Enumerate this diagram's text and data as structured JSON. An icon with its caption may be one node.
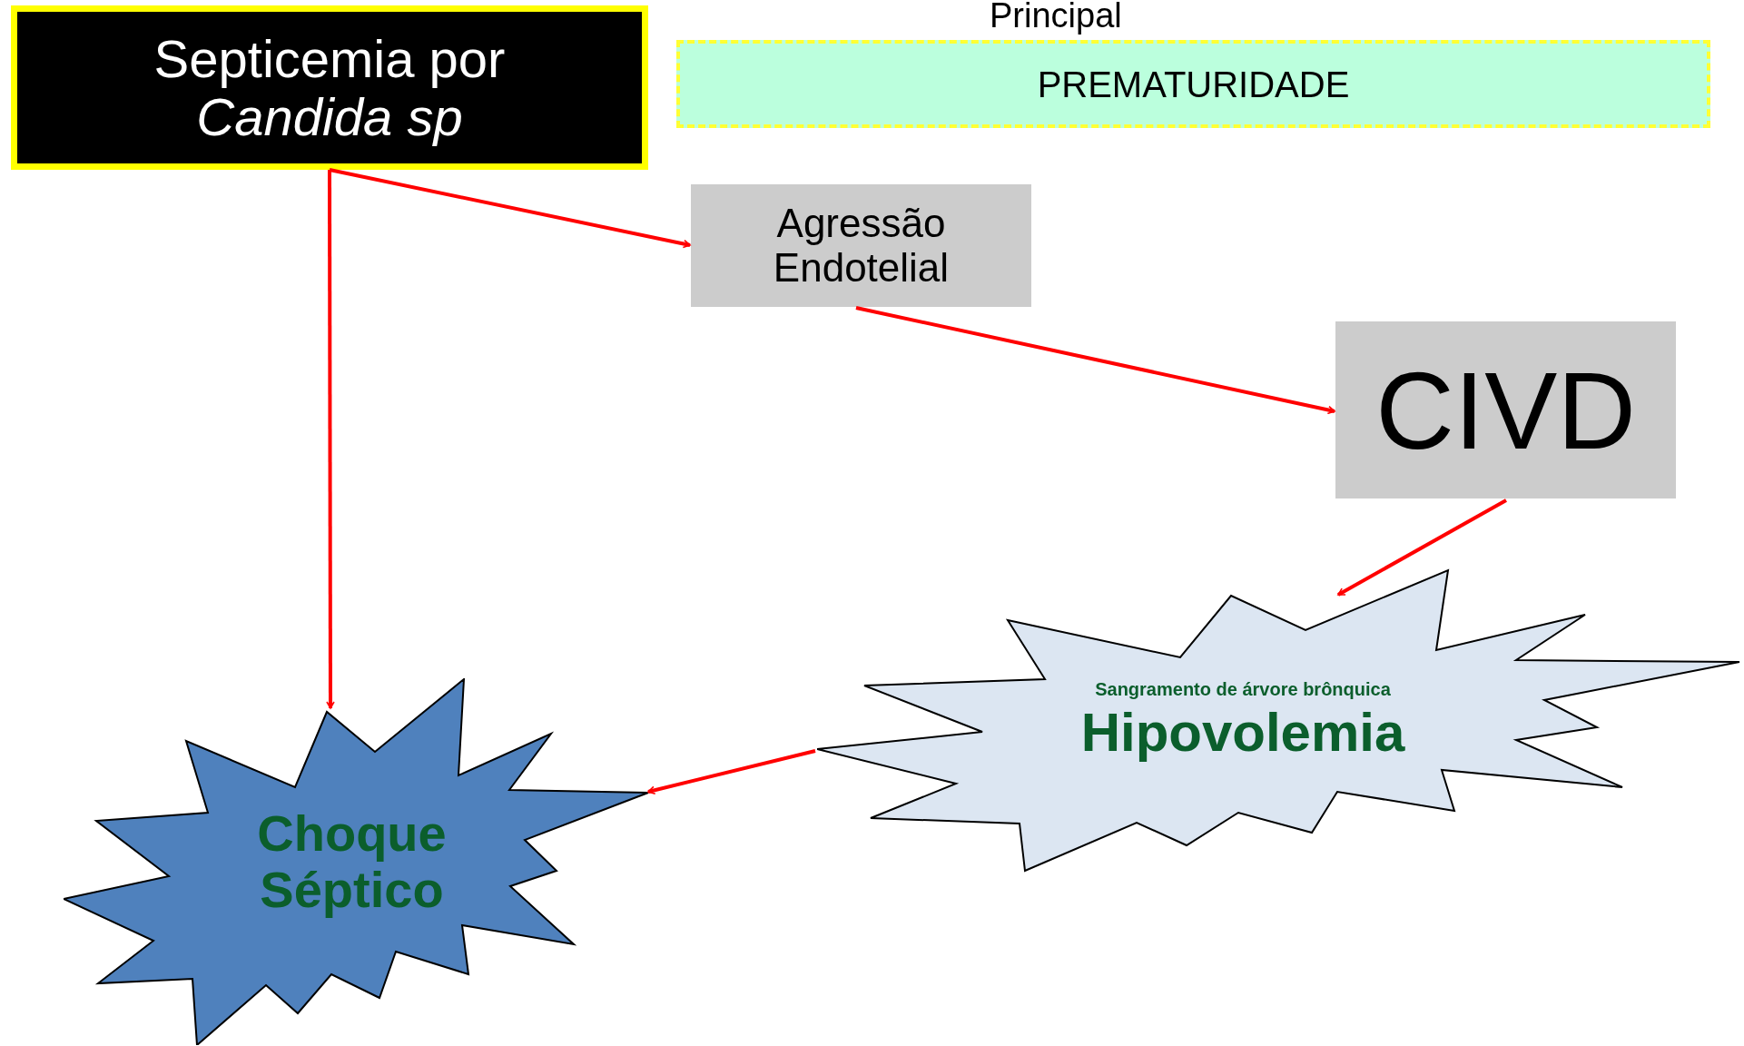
{
  "diagram": {
    "nodes": [
      {
        "text": [
          "Septicemia por *Candida sp*"
        ]
      },
      {
        "text": [
          "PREMATURIDADE"
        ]
      },
      {
        "text": [
          "Agressão Endotelial"
        ]
      },
      {
        "text": [
          "CIVD"
        ]
      },
      {
        "text": [
          "Sangramento de árvore brônquica",
          "Hipovolemia"
        ]
      },
      {
        "text": [
          "Choque Séptico"
        ]
      }
    ],
    "edges": [
      {
        "from": 0,
        "to": 2,
        "arrow": "to"
      },
      {
        "from": 0,
        "to": 5,
        "arrow": "to"
      },
      {
        "from": 2,
        "to": 3,
        "arrow": "to"
      },
      {
        "from": 3,
        "to": 4,
        "arrow": "to"
      },
      {
        "from": 4,
        "to": 5,
        "arrow": "to"
      }
    ],
    "labels": [
      "Principal"
    ]
  }
}
